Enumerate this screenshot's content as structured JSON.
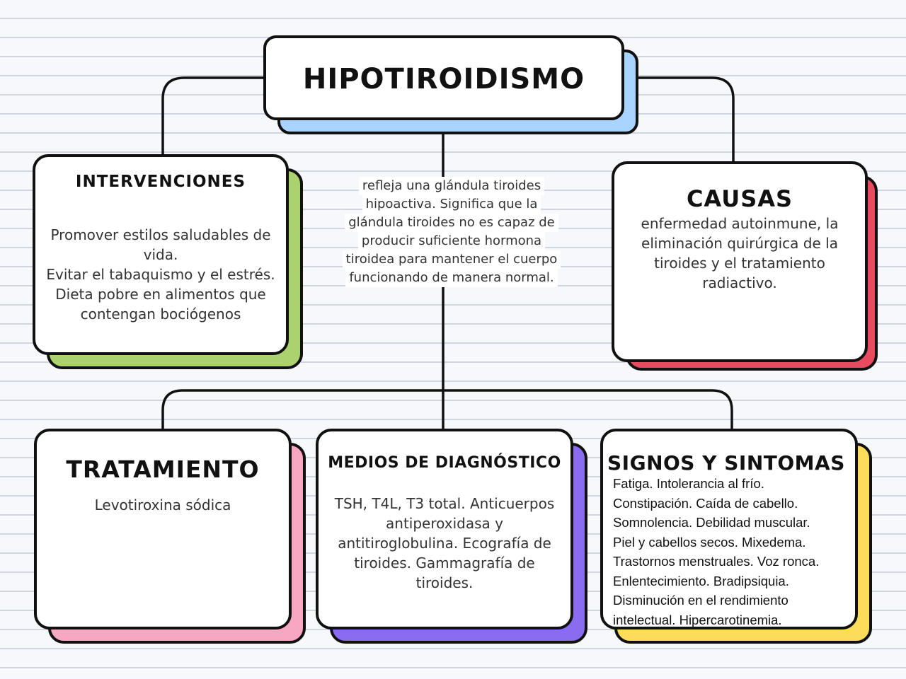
{
  "colors": {
    "line": "#111111",
    "main_shadow": "#a9d4ff",
    "intervenciones_shadow": "#abd26f",
    "causas_shadow": "#e84a5f",
    "tratamiento_shadow": "#f8a7c3",
    "diagnostico_shadow": "#8a6cf0",
    "signos_shadow": "#fddc5c"
  },
  "main": {
    "title": "HIPOTIROIDISMO"
  },
  "definition": {
    "lines": [
      "refleja una glándula tiroides",
      "hipoactiva. Significa que la",
      "glándula tiroides no es capaz de",
      "producir suficiente hormona",
      "tiroidea para mantener el cuerpo",
      "funcionando de manera normal."
    ]
  },
  "intervenciones": {
    "title": "INTERVENCIONES",
    "body_lines": [
      "Promover estilos saludables de",
      "vida.",
      "Evitar el tabaquismo y el estrés.",
      "Dieta pobre en alimentos que",
      "contengan bociógenos"
    ]
  },
  "causas": {
    "title": "CAUSAS",
    "body_lines": [
      "enfermedad autoinmune, la",
      "eliminación quirúrgica de la",
      "tiroides y el tratamiento",
      "radiactivo."
    ]
  },
  "tratamiento": {
    "title": "TRATAMIENTO",
    "body_lines": [
      "Levotiroxina sódica"
    ]
  },
  "diagnostico": {
    "title": "MEDIOS DE DIAGNÓSTICO",
    "body_lines": [
      "TSH, T4L, T3 total. Anticuerpos",
      "antiperoxidasa y",
      "antitiroglobulina. Ecografía de",
      "tiroides. Gammagrafía de",
      "tiroides."
    ]
  },
  "signos": {
    "title": "SIGNOS Y SINTOMAS",
    "body_lines": [
      "Fatiga. Intolerancia al frío.",
      "Constipación. Caída de cabello.",
      "Somnolencia. Debilidad muscular.",
      "Piel y cabellos secos. Mixedema.",
      "Trastornos menstruales. Voz ronca.",
      "Enlentecimiento. Bradipsiquia.",
      "Disminución en el rendimiento",
      "intelectual. Hipercarotinemia."
    ]
  }
}
